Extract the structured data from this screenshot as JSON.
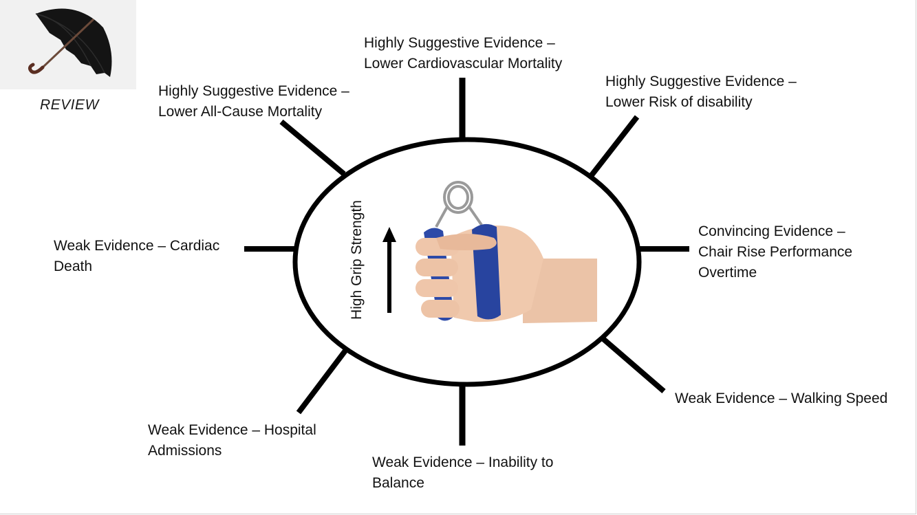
{
  "corner": {
    "icon": "umbrella-icon",
    "caption": "REVIEW"
  },
  "center": {
    "vertical_label": "High Grip Strength",
    "arrow_icon": "up-arrow-icon",
    "image_icon": "hand-grip-exerciser-icon"
  },
  "outcomes": {
    "top": {
      "line1": "Highly Suggestive Evidence –",
      "line2": "Lower Cardiovascular Mortality"
    },
    "top_left": {
      "line1": "Highly Suggestive Evidence –",
      "line2": "Lower All-Cause Mortality"
    },
    "top_right": {
      "line1": "Highly Suggestive Evidence –",
      "line2": "Lower Risk of disability"
    },
    "left": {
      "line1": "Weak Evidence – Cardiac",
      "line2": "Death"
    },
    "right": {
      "line1": "Convincing Evidence –",
      "line2": "Chair Rise Performance",
      "line3": "Overtime"
    },
    "bottom_left": {
      "line1": "Weak Evidence – Hospital",
      "line2": "Admissions"
    },
    "bottom": {
      "line1": "Weak Evidence – Inability to",
      "line2": "Balance"
    },
    "bottom_right": {
      "line1": "Weak Evidence – Walking Speed"
    }
  }
}
